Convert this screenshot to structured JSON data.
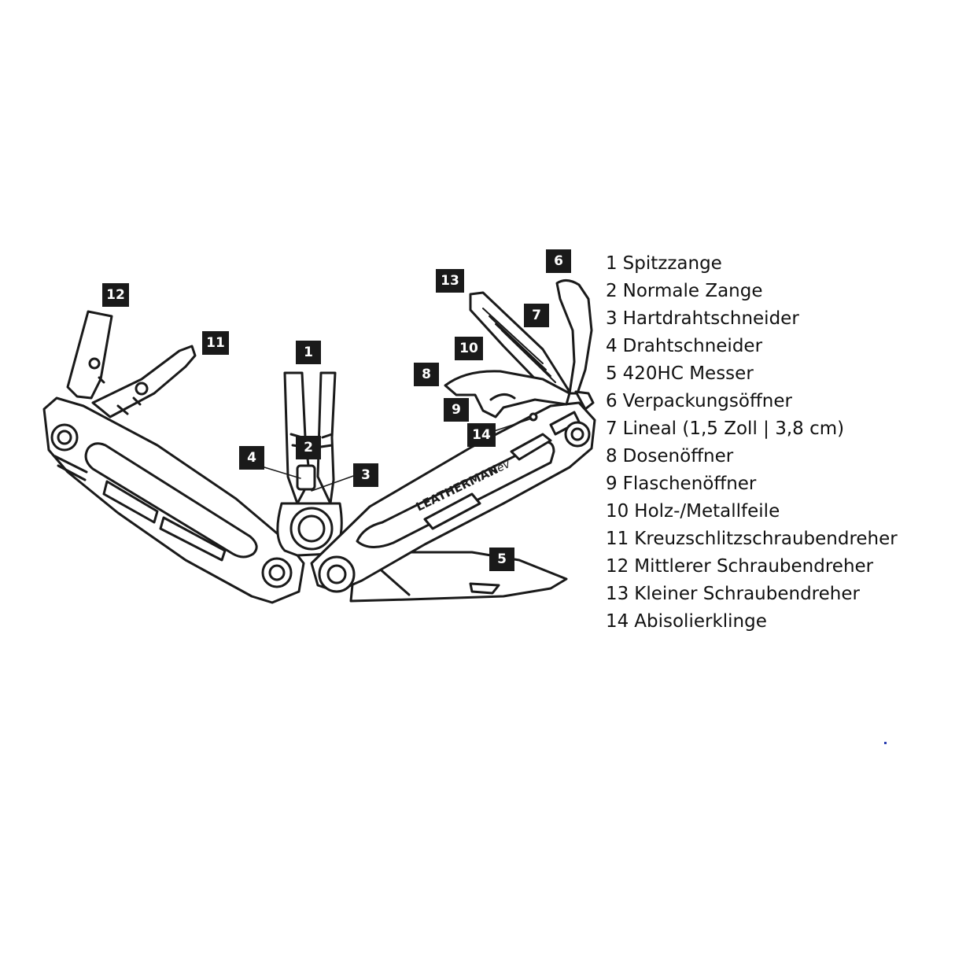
{
  "brand_text": "LEATHERMAN",
  "model_text": "Rev",
  "colors": {
    "ink": "#1a1a1a",
    "paper": "#ffffff",
    "accent_dot": "#2a3db0"
  },
  "callouts": [
    {
      "num": "1",
      "label": "Spitzzange"
    },
    {
      "num": "2",
      "label": "Normale Zange"
    },
    {
      "num": "3",
      "label": "Hartdrahtschneider"
    },
    {
      "num": "4",
      "label": "Drahtschneider"
    },
    {
      "num": "5",
      "label": "420HC Messer"
    },
    {
      "num": "6",
      "label": "Verpackungsöffner"
    },
    {
      "num": "7",
      "label": "Lineal (1,5 Zoll | 3,8 cm)"
    },
    {
      "num": "8",
      "label": "Dosenöffner"
    },
    {
      "num": "9",
      "label": "Flaschenöffner"
    },
    {
      "num": "10",
      "label": "Holz-/Metallfeile"
    },
    {
      "num": "11",
      "label": "Kreuzschlitzschraubendreher"
    },
    {
      "num": "12",
      "label": "Mittlerer Schraubendreher"
    },
    {
      "num": "13",
      "label": "Kleiner Schraubendreher"
    },
    {
      "num": "14",
      "label": "Abisolierklinge"
    }
  ]
}
